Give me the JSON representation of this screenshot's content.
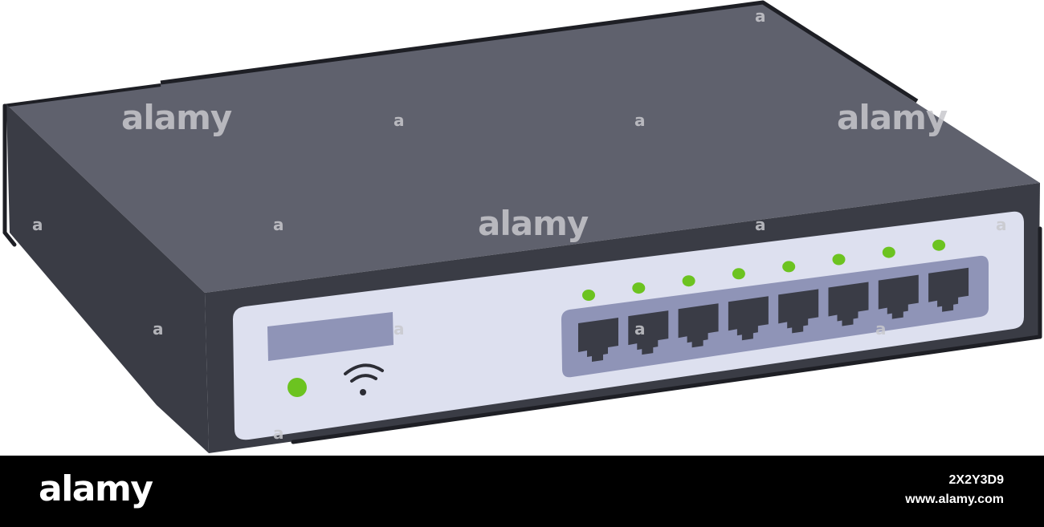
{
  "watermark": {
    "logo": "alamy",
    "mark": "a"
  },
  "footer": {
    "logo": "alamy",
    "image_id": "2X2Y3D9",
    "url": "www.alamy.com"
  },
  "device": {
    "type": "network switch",
    "ports": 8,
    "port_leds_on": 8,
    "power_led_on": true,
    "icons": [
      "wifi-icon"
    ]
  },
  "colors": {
    "top_panel": "#5f616d",
    "side_panel": "#3a3c45",
    "front_panel": "#dde0ef",
    "display": "#8f94b7",
    "port_bay": "#8f94b7",
    "port": "#3a3c46",
    "led": "#6cc320",
    "outline": "#1e1f25"
  }
}
